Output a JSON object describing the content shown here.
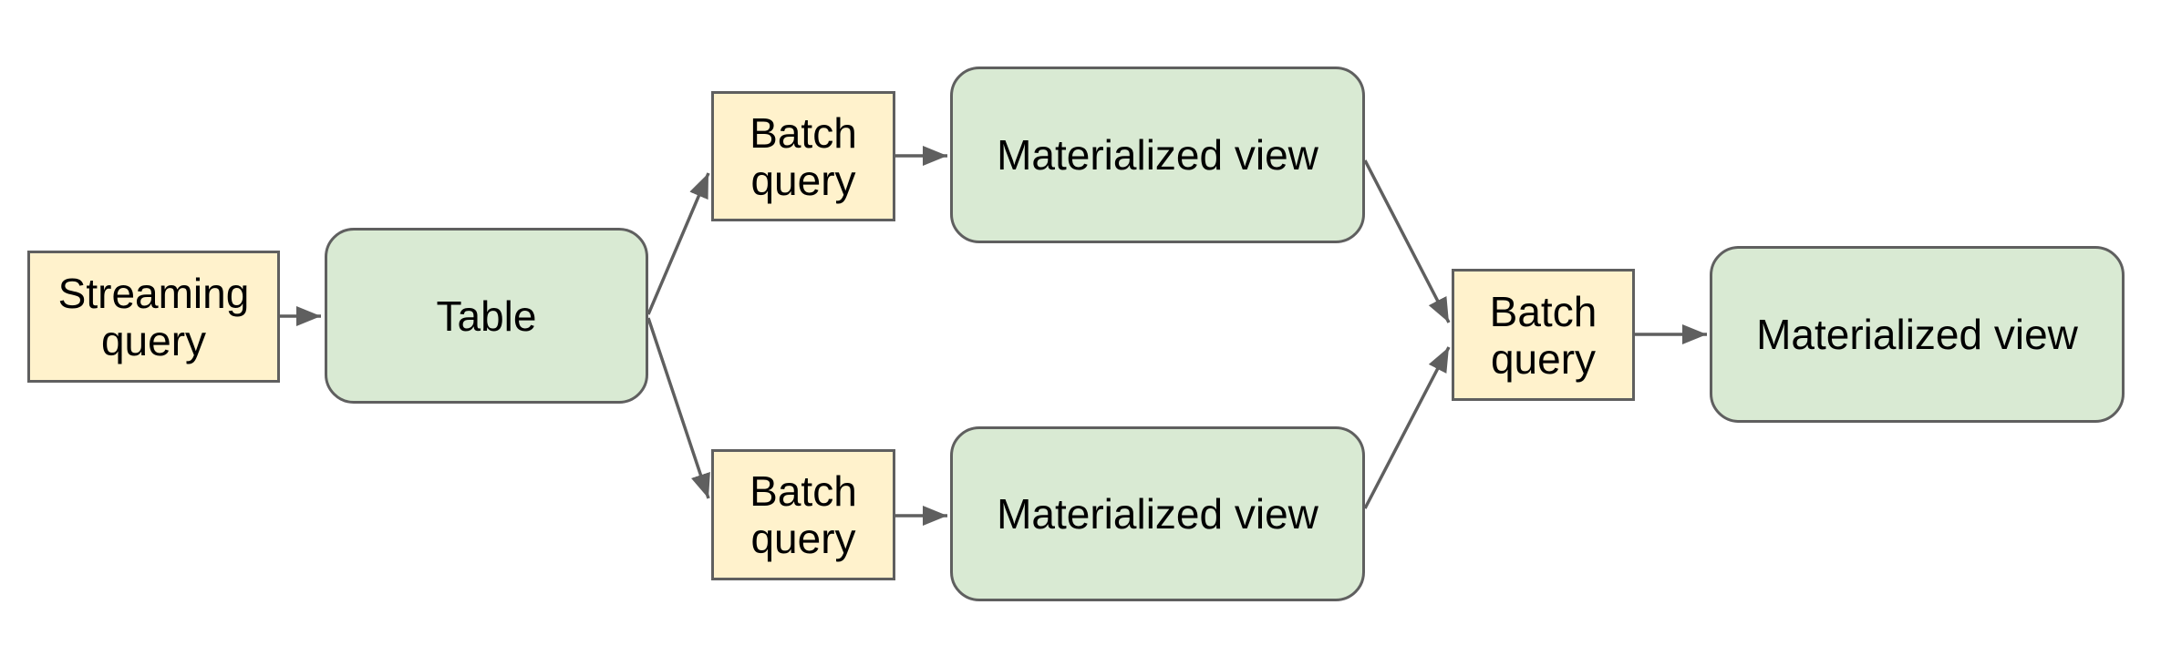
{
  "diagram": {
    "background_color": "#ffffff",
    "colors": {
      "query_node_fill": "#fff2cc",
      "view_node_fill": "#d9ead3",
      "node_border": "#5f5f5f",
      "connector": "#5f5f5f",
      "label_text": "#000000"
    },
    "nodes": [
      {
        "id": "streaming-query",
        "label": "Streaming query",
        "kind": "query"
      },
      {
        "id": "table",
        "label": "Table",
        "kind": "view"
      },
      {
        "id": "batch-query-top",
        "label": "Batch query",
        "kind": "query"
      },
      {
        "id": "materialized-view-top",
        "label": "Materialized view",
        "kind": "view"
      },
      {
        "id": "batch-query-bottom",
        "label": "Batch query",
        "kind": "query"
      },
      {
        "id": "materialized-view-bottom",
        "label": "Materialized view",
        "kind": "view"
      },
      {
        "id": "batch-query-right",
        "label": "Batch query",
        "kind": "query"
      },
      {
        "id": "materialized-view-final",
        "label": "Materialized view",
        "kind": "view"
      }
    ],
    "edges": [
      {
        "from": "streaming-query",
        "to": "table"
      },
      {
        "from": "table",
        "to": "batch-query-top"
      },
      {
        "from": "table",
        "to": "batch-query-bottom"
      },
      {
        "from": "batch-query-top",
        "to": "materialized-view-top"
      },
      {
        "from": "batch-query-bottom",
        "to": "materialized-view-bottom"
      },
      {
        "from": "materialized-view-top",
        "to": "batch-query-right"
      },
      {
        "from": "materialized-view-bottom",
        "to": "batch-query-right"
      },
      {
        "from": "batch-query-right",
        "to": "materialized-view-final"
      }
    ]
  }
}
